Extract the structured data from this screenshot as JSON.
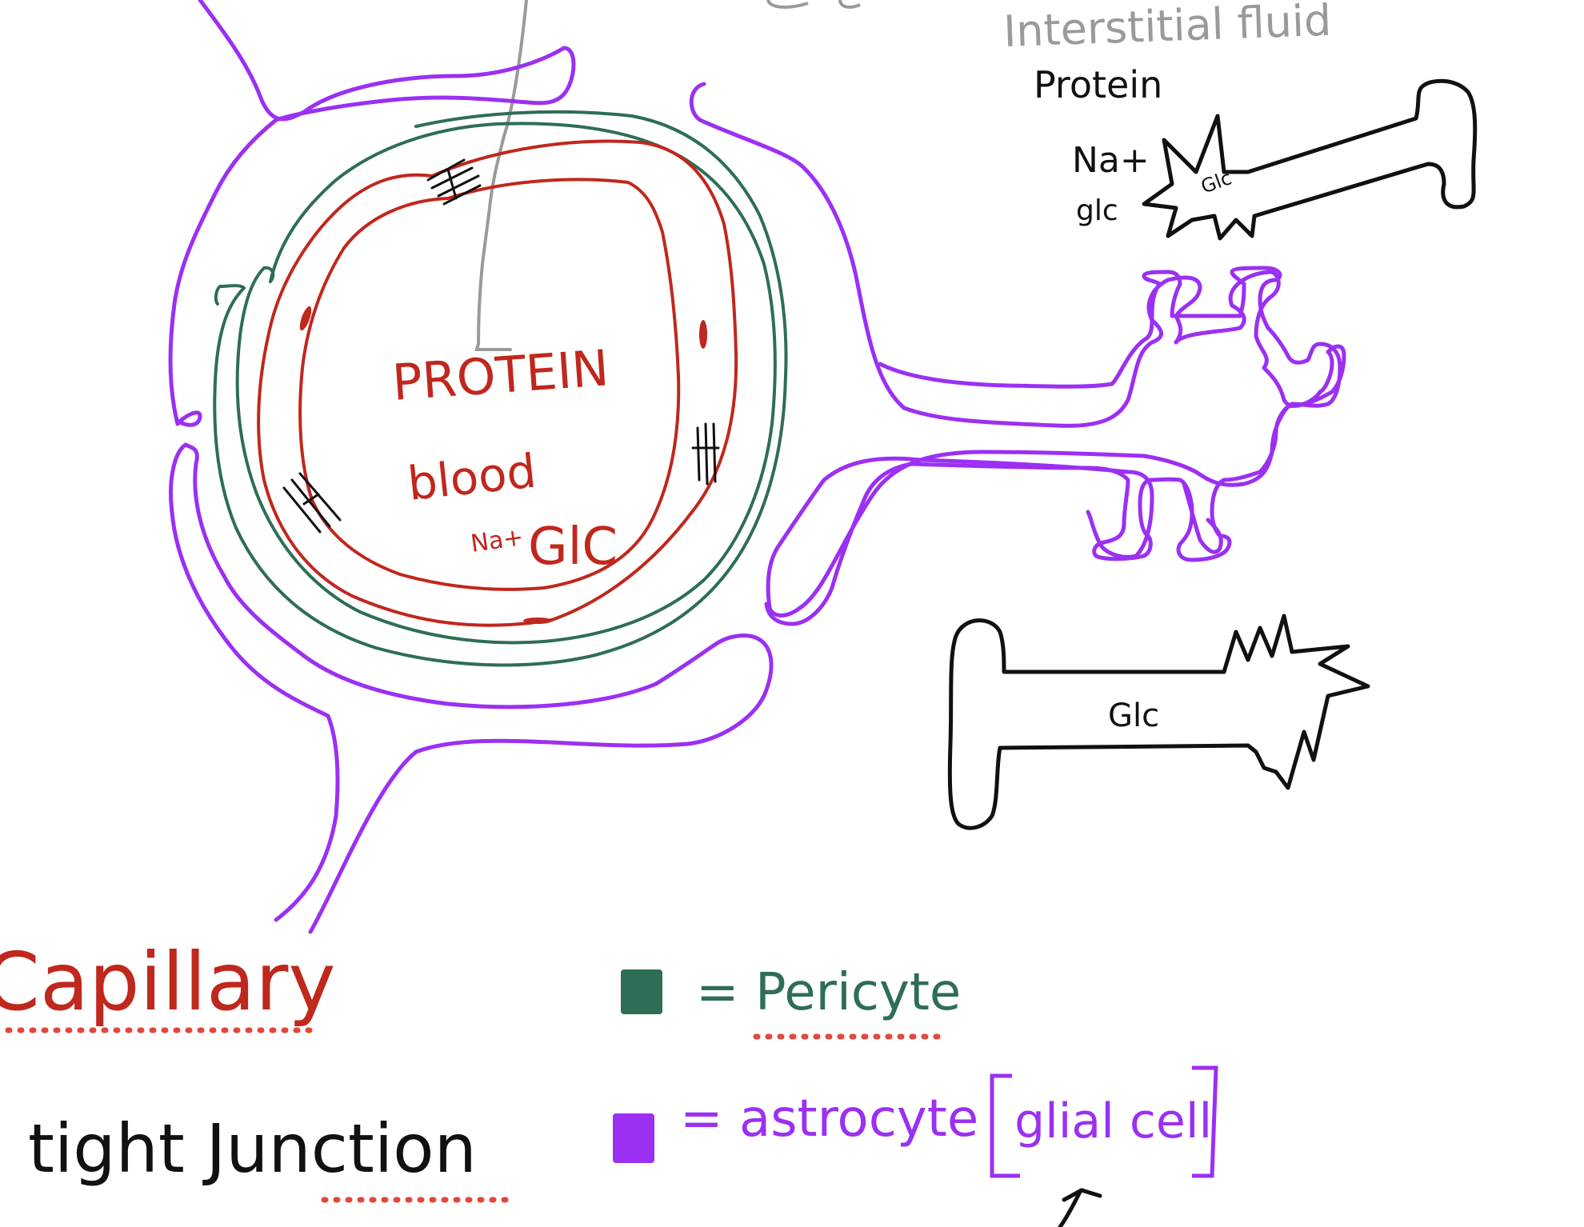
{
  "colors": {
    "astrocyte": "#9b30f2",
    "pericyte": "#2e6e55",
    "endothelium": "#c0271d",
    "ink": "#111111",
    "gray": "#9a9a9a",
    "spellcheck": "#e0483c"
  },
  "labels": {
    "interstitial": "Interstitial fluid",
    "protein_top": "Protein",
    "na_top": "Na+",
    "glc_left": "glc",
    "glc_star": "Glc",
    "protein_center": "PROTEIN",
    "blood": "blood",
    "na_center": "Na+",
    "glc_center": "GlC",
    "glc_bottom": "Glc"
  },
  "legend": {
    "capillary": "Capillary",
    "tight_junction": "tight Junction",
    "pericyte_eq": "= Pericyte",
    "astrocyte_eq": "= astrocyte",
    "glial_cell": "glial cell"
  },
  "icons": {
    "pericyte_swatch": "pericyte-swatch",
    "astrocyte_swatch": "astrocyte-swatch",
    "arrow": "up-arrow-icon"
  }
}
